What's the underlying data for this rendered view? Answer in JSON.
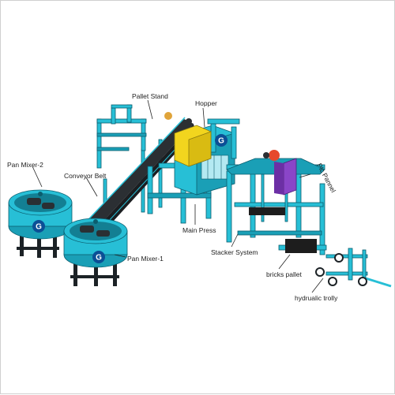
{
  "labels": {
    "pallet_stand": "Pallet Stand",
    "hopper": "Hopper",
    "pan_mixer_2": "Pan Mixer-2",
    "conveyor_belt": "Conveyor Belt",
    "pan_mixer_1": "Pan Mixer-1",
    "main_press": "Main Press",
    "stacker_system": "Stacker System",
    "plc_pannel": "Plc Pannel",
    "bricks_pallet": "bricks pallet",
    "hydraulic_trolly": "hydrualic trolly"
  },
  "logo_letter": "G",
  "colors": {
    "machine": "#27bfd6",
    "machine_dark": "#1a9fb6",
    "outline": "#0b5d6e",
    "conveyor": "#2b2f33",
    "hopper": "#f2d51e",
    "plc_panel": "#8a45c8",
    "pallet": "#1d1d1d"
  }
}
